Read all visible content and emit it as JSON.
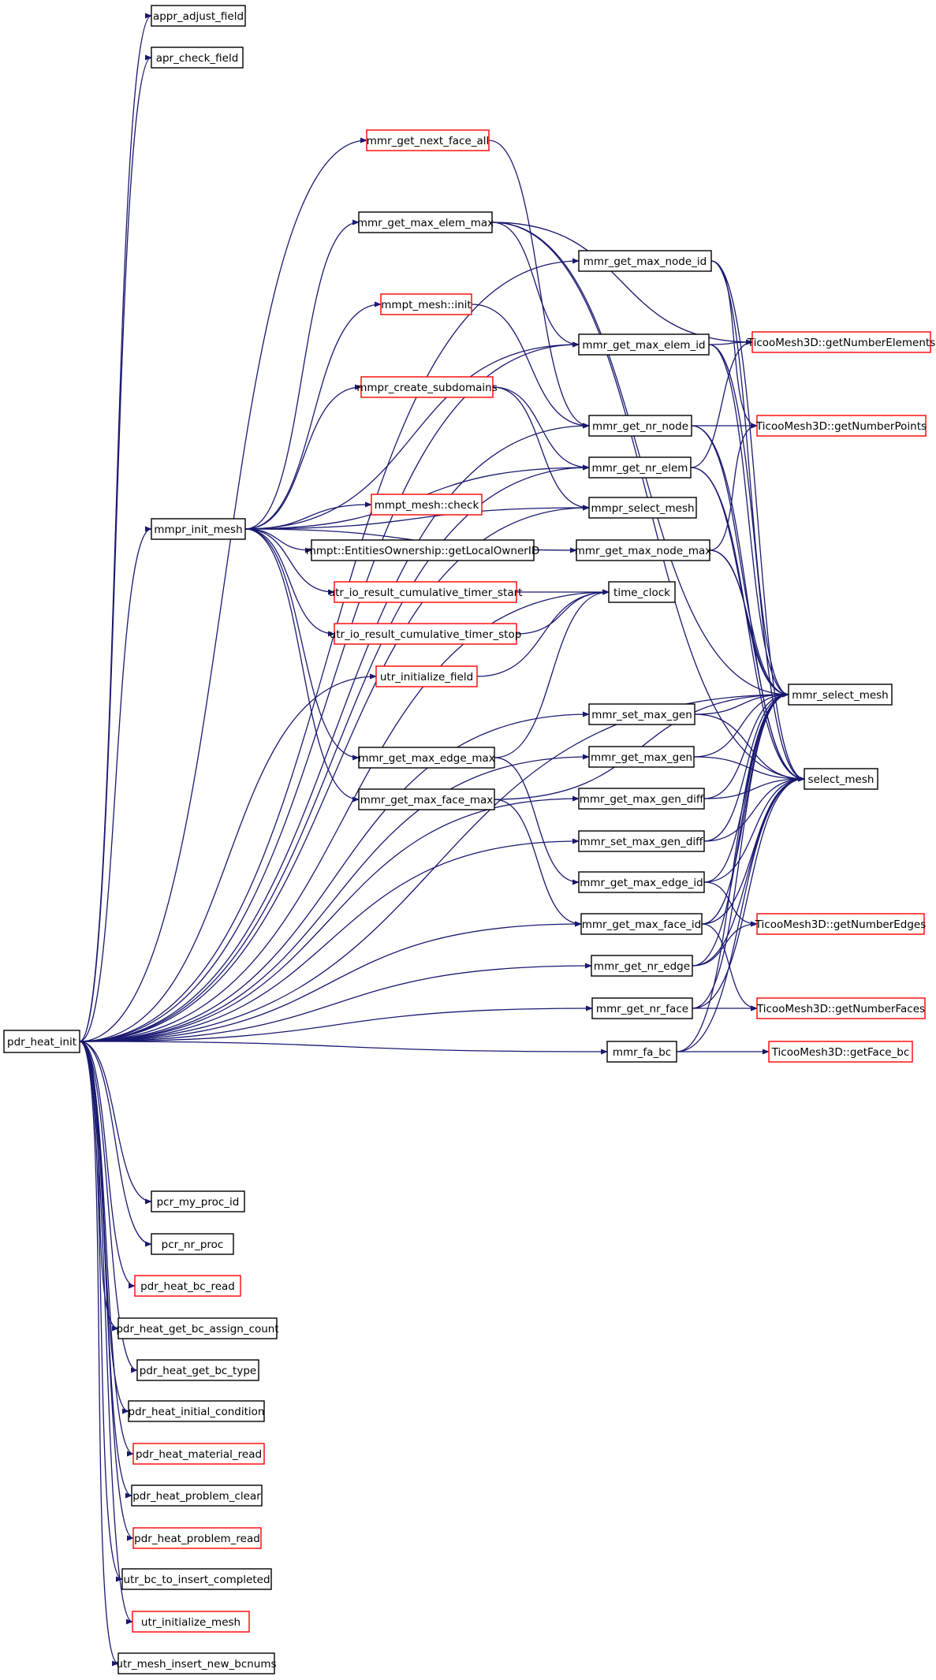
{
  "graph": {
    "colors": {
      "edge": "#191970",
      "border": "#000000",
      "truncated_border": "#ff0000",
      "root_fill": "#bfbfbf",
      "node_fill": "#ffffff"
    },
    "nodes": [
      {
        "id": "pdr_heat_init",
        "label": "pdr_heat_init",
        "truncated": false,
        "root": true
      },
      {
        "id": "appr_adjust_field",
        "label": "appr_adjust_field",
        "truncated": false
      },
      {
        "id": "apr_check_field",
        "label": "apr_check_field",
        "truncated": false
      },
      {
        "id": "mmr_get_next_face_all",
        "label": "mmr_get_next_face_all",
        "truncated": true
      },
      {
        "id": "mmr_get_max_elem_max",
        "label": "mmr_get_max_elem_max",
        "truncated": false
      },
      {
        "id": "mmpt_mesh_init",
        "label": "mmpt_mesh::init",
        "truncated": true
      },
      {
        "id": "mmpr_create_subdomains",
        "label": "mmpr_create_subdomains",
        "truncated": true
      },
      {
        "id": "mmpt_mesh_check",
        "label": "mmpt_mesh::check",
        "truncated": true
      },
      {
        "id": "mmpr_init_mesh",
        "label": "mmpr_init_mesh",
        "truncated": false
      },
      {
        "id": "getLocalOwnerID",
        "label": "mmpt::EntitiesOwnership::getLocalOwnerID",
        "truncated": false
      },
      {
        "id": "utr_timer_start",
        "label": "utr_io_result_cumulative_timer_start",
        "truncated": true
      },
      {
        "id": "utr_timer_stop",
        "label": "utr_io_result_cumulative_timer_stop",
        "truncated": true
      },
      {
        "id": "utr_initialize_field",
        "label": "utr_initialize_field",
        "truncated": true
      },
      {
        "id": "mmr_get_max_edge_max",
        "label": "mmr_get_max_edge_max",
        "truncated": false
      },
      {
        "id": "mmr_get_max_face_max",
        "label": "mmr_get_max_face_max",
        "truncated": false
      },
      {
        "id": "mmr_get_max_node_id",
        "label": "mmr_get_max_node_id",
        "truncated": false
      },
      {
        "id": "mmr_get_max_elem_id",
        "label": "mmr_get_max_elem_id",
        "truncated": false
      },
      {
        "id": "mmr_get_nr_node",
        "label": "mmr_get_nr_node",
        "truncated": false
      },
      {
        "id": "mmr_get_nr_elem",
        "label": "mmr_get_nr_elem",
        "truncated": false
      },
      {
        "id": "mmpr_select_mesh",
        "label": "mmpr_select_mesh",
        "truncated": false
      },
      {
        "id": "mmr_get_max_node_max",
        "label": "mmr_get_max_node_max",
        "truncated": false
      },
      {
        "id": "time_clock",
        "label": "time_clock",
        "truncated": false
      },
      {
        "id": "mmr_set_max_gen",
        "label": "mmr_set_max_gen",
        "truncated": false
      },
      {
        "id": "mmr_get_max_gen",
        "label": "mmr_get_max_gen",
        "truncated": false
      },
      {
        "id": "mmr_get_max_gen_diff",
        "label": "mmr_get_max_gen_diff",
        "truncated": false
      },
      {
        "id": "mmr_set_max_gen_diff",
        "label": "mmr_set_max_gen_diff",
        "truncated": false
      },
      {
        "id": "mmr_get_max_edge_id",
        "label": "mmr_get_max_edge_id",
        "truncated": false
      },
      {
        "id": "mmr_get_max_face_id",
        "label": "mmr_get_max_face_id",
        "truncated": false
      },
      {
        "id": "mmr_get_nr_edge",
        "label": "mmr_get_nr_edge",
        "truncated": false
      },
      {
        "id": "mmr_get_nr_face",
        "label": "mmr_get_nr_face",
        "truncated": false
      },
      {
        "id": "mmr_fa_bc",
        "label": "mmr_fa_bc",
        "truncated": false
      },
      {
        "id": "getNumberElements",
        "label": "TicooMesh3D::getNumberElements",
        "truncated": true
      },
      {
        "id": "getNumberPoints",
        "label": "TicooMesh3D::getNumberPoints",
        "truncated": true
      },
      {
        "id": "mmr_select_mesh",
        "label": "mmr_select_mesh",
        "truncated": false
      },
      {
        "id": "select_mesh",
        "label": "select_mesh",
        "truncated": false
      },
      {
        "id": "getNumberEdges",
        "label": "TicooMesh3D::getNumberEdges",
        "truncated": true
      },
      {
        "id": "getNumberFaces",
        "label": "TicooMesh3D::getNumberFaces",
        "truncated": true
      },
      {
        "id": "getFace_bc",
        "label": "TicooMesh3D::getFace_bc",
        "truncated": true
      },
      {
        "id": "pcr_my_proc_id",
        "label": "pcr_my_proc_id",
        "truncated": false
      },
      {
        "id": "pcr_nr_proc",
        "label": "pcr_nr_proc",
        "truncated": false
      },
      {
        "id": "pdr_heat_bc_read",
        "label": "pdr_heat_bc_read",
        "truncated": true
      },
      {
        "id": "pdr_heat_get_bc_assign_count",
        "label": "pdr_heat_get_bc_assign_count",
        "truncated": false
      },
      {
        "id": "pdr_heat_get_bc_type",
        "label": "pdr_heat_get_bc_type",
        "truncated": false
      },
      {
        "id": "pdr_heat_initial_condition",
        "label": "pdr_heat_initial_condition",
        "truncated": false
      },
      {
        "id": "pdr_heat_material_read",
        "label": "pdr_heat_material_read",
        "truncated": true
      },
      {
        "id": "pdr_heat_problem_clear",
        "label": "pdr_heat_problem_clear",
        "truncated": false
      },
      {
        "id": "pdr_heat_problem_read",
        "label": "pdr_heat_problem_read",
        "truncated": true
      },
      {
        "id": "utr_bc_to_insert_completed",
        "label": "utr_bc_to_insert_completed",
        "truncated": false
      },
      {
        "id": "utr_initialize_mesh",
        "label": "utr_initialize_mesh",
        "truncated": true
      },
      {
        "id": "utr_mesh_insert_new_bcnums",
        "label": "utr_mesh_insert_new_bcnums",
        "truncated": false
      }
    ],
    "edges": [
      [
        "pdr_heat_init",
        "appr_adjust_field"
      ],
      [
        "pdr_heat_init",
        "apr_check_field"
      ],
      [
        "pdr_heat_init",
        "mmr_get_next_face_all"
      ],
      [
        "pdr_heat_init",
        "mmr_get_max_node_id"
      ],
      [
        "pdr_heat_init",
        "mmr_get_max_elem_id"
      ],
      [
        "pdr_heat_init",
        "mmr_get_nr_node"
      ],
      [
        "pdr_heat_init",
        "mmr_get_nr_elem"
      ],
      [
        "pdr_heat_init",
        "mmpr_select_mesh"
      ],
      [
        "pdr_heat_init",
        "mmpr_init_mesh"
      ],
      [
        "pdr_heat_init",
        "utr_initialize_field"
      ],
      [
        "pdr_heat_init",
        "time_clock"
      ],
      [
        "pdr_heat_init",
        "mmr_select_mesh"
      ],
      [
        "pdr_heat_init",
        "mmr_set_max_gen"
      ],
      [
        "pdr_heat_init",
        "mmr_get_max_gen"
      ],
      [
        "pdr_heat_init",
        "mmr_get_max_gen_diff"
      ],
      [
        "pdr_heat_init",
        "mmr_set_max_gen_diff"
      ],
      [
        "pdr_heat_init",
        "mmr_get_max_face_id"
      ],
      [
        "pdr_heat_init",
        "mmr_get_nr_edge"
      ],
      [
        "pdr_heat_init",
        "mmr_get_nr_face"
      ],
      [
        "pdr_heat_init",
        "mmr_fa_bc"
      ],
      [
        "pdr_heat_init",
        "pcr_my_proc_id"
      ],
      [
        "pdr_heat_init",
        "pcr_nr_proc"
      ],
      [
        "pdr_heat_init",
        "pdr_heat_bc_read"
      ],
      [
        "pdr_heat_init",
        "pdr_heat_get_bc_assign_count"
      ],
      [
        "pdr_heat_init",
        "pdr_heat_get_bc_type"
      ],
      [
        "pdr_heat_init",
        "pdr_heat_initial_condition"
      ],
      [
        "pdr_heat_init",
        "pdr_heat_material_read"
      ],
      [
        "pdr_heat_init",
        "pdr_heat_problem_clear"
      ],
      [
        "pdr_heat_init",
        "pdr_heat_problem_read"
      ],
      [
        "pdr_heat_init",
        "utr_bc_to_insert_completed"
      ],
      [
        "pdr_heat_init",
        "utr_initialize_mesh"
      ],
      [
        "pdr_heat_init",
        "utr_mesh_insert_new_bcnums"
      ],
      [
        "mmr_get_next_face_all",
        "mmr_get_nr_node"
      ],
      [
        "mmpr_init_mesh",
        "mmr_get_max_elem_max"
      ],
      [
        "mmpr_init_mesh",
        "mmpt_mesh_init"
      ],
      [
        "mmpr_init_mesh",
        "mmpr_create_subdomains"
      ],
      [
        "mmpr_init_mesh",
        "mmpt_mesh_check"
      ],
      [
        "mmpr_init_mesh",
        "getLocalOwnerID"
      ],
      [
        "mmpr_init_mesh",
        "utr_timer_start"
      ],
      [
        "mmpr_init_mesh",
        "utr_timer_stop"
      ],
      [
        "mmpr_init_mesh",
        "mmr_get_max_edge_max"
      ],
      [
        "mmpr_init_mesh",
        "mmr_get_max_face_max"
      ],
      [
        "mmpr_init_mesh",
        "mmr_get_max_elem_id"
      ],
      [
        "mmpr_init_mesh",
        "mmr_get_nr_elem"
      ],
      [
        "mmpr_init_mesh",
        "mmpr_select_mesh"
      ],
      [
        "mmpr_init_mesh",
        "mmr_get_max_node_max"
      ],
      [
        "mmr_get_max_elem_max",
        "getNumberElements"
      ],
      [
        "mmr_get_max_elem_max",
        "mmr_get_max_elem_id"
      ],
      [
        "mmr_get_max_elem_max",
        "mmr_select_mesh"
      ],
      [
        "mmr_get_max_elem_max",
        "select_mesh"
      ],
      [
        "mmpt_mesh_init",
        "mmr_get_nr_node"
      ],
      [
        "mmpr_create_subdomains",
        "mmr_get_nr_elem"
      ],
      [
        "mmpr_create_subdomains",
        "mmpr_select_mesh"
      ],
      [
        "utr_timer_start",
        "time_clock"
      ],
      [
        "utr_timer_stop",
        "time_clock"
      ],
      [
        "utr_initialize_field",
        "time_clock"
      ],
      [
        "mmr_get_max_edge_max",
        "time_clock"
      ],
      [
        "mmr_get_max_edge_max",
        "mmr_get_max_edge_id"
      ],
      [
        "mmr_get_max_face_max",
        "mmr_select_mesh"
      ],
      [
        "mmr_get_max_face_max",
        "mmr_get_max_face_id"
      ],
      [
        "mmr_get_max_node_id",
        "getNumberPoints"
      ],
      [
        "mmr_get_max_node_id",
        "mmr_select_mesh"
      ],
      [
        "mmr_get_max_node_id",
        "select_mesh"
      ],
      [
        "mmr_get_max_elem_id",
        "getNumberElements"
      ],
      [
        "mmr_get_max_elem_id",
        "mmr_select_mesh"
      ],
      [
        "mmr_get_max_elem_id",
        "select_mesh"
      ],
      [
        "mmr_get_nr_node",
        "getNumberPoints"
      ],
      [
        "mmr_get_nr_node",
        "mmr_select_mesh"
      ],
      [
        "mmr_get_nr_node",
        "select_mesh"
      ],
      [
        "mmr_get_nr_elem",
        "getNumberElements"
      ],
      [
        "mmr_get_nr_elem",
        "mmr_select_mesh"
      ],
      [
        "mmr_get_nr_elem",
        "select_mesh"
      ],
      [
        "mmr_get_max_node_max",
        "getNumberPoints"
      ],
      [
        "mmr_get_max_node_max",
        "mmr_select_mesh"
      ],
      [
        "mmr_get_max_node_max",
        "select_mesh"
      ],
      [
        "mmr_set_max_gen",
        "mmr_select_mesh"
      ],
      [
        "mmr_set_max_gen",
        "select_mesh"
      ],
      [
        "mmr_get_max_gen",
        "mmr_select_mesh"
      ],
      [
        "mmr_get_max_gen",
        "select_mesh"
      ],
      [
        "mmr_get_max_gen_diff",
        "mmr_select_mesh"
      ],
      [
        "mmr_get_max_gen_diff",
        "select_mesh"
      ],
      [
        "mmr_set_max_gen_diff",
        "mmr_select_mesh"
      ],
      [
        "mmr_set_max_gen_diff",
        "select_mesh"
      ],
      [
        "mmr_get_max_edge_id",
        "getNumberEdges"
      ],
      [
        "mmr_get_max_edge_id",
        "mmr_select_mesh"
      ],
      [
        "mmr_get_max_edge_id",
        "select_mesh"
      ],
      [
        "mmr_get_max_face_id",
        "getNumberFaces"
      ],
      [
        "mmr_get_max_face_id",
        "mmr_select_mesh"
      ],
      [
        "mmr_get_max_face_id",
        "select_mesh"
      ],
      [
        "mmr_get_nr_edge",
        "getNumberEdges"
      ],
      [
        "mmr_get_nr_edge",
        "mmr_select_mesh"
      ],
      [
        "mmr_get_nr_edge",
        "select_mesh"
      ],
      [
        "mmr_get_nr_face",
        "getNumberFaces"
      ],
      [
        "mmr_get_nr_face",
        "mmr_select_mesh"
      ],
      [
        "mmr_get_nr_face",
        "select_mesh"
      ],
      [
        "mmr_fa_bc",
        "getFace_bc"
      ],
      [
        "mmr_fa_bc",
        "mmr_select_mesh"
      ],
      [
        "mmr_fa_bc",
        "select_mesh"
      ]
    ]
  }
}
